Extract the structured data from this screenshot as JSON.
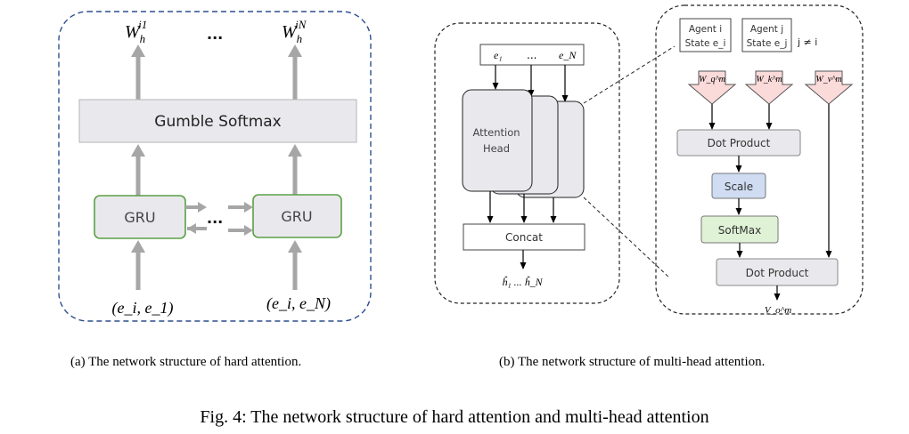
{
  "panel_a": {
    "outputs": {
      "left_base": "W",
      "left_sub": "h",
      "left_sup": "i1",
      "ellipsis": "...",
      "right_base": "W",
      "right_sub": "h",
      "right_sup": "iN"
    },
    "gumble_label": "Gumble Softmax",
    "gru_left_label": "GRU",
    "gru_right_label": "GRU",
    "gru_ellipsis": "...",
    "input_left": "(e_i, e_1)",
    "input_right": "(e_i, e_N)",
    "caption": "(a)  The network structure of hard attention."
  },
  "panel_b": {
    "inputs": {
      "e1": "e₁",
      "ellipsis": "...",
      "eN": "e_N"
    },
    "attention_head_line1": "Attention",
    "attention_head_line2": "Head",
    "concat_label": "Concat",
    "outputs_label": "ĥ₁ ... ĥ_N",
    "caption": "(b)  The network structure of multi-head attention."
  },
  "detail": {
    "agent_i_line1": "Agent i",
    "agent_i_line2": "State e_i",
    "agent_j_line1": "Agent j",
    "agent_j_line2": "State e_j",
    "neq_label": "j ≠ i",
    "wq": "W_q^m",
    "wk": "W_k^m",
    "wv": "W_v^m",
    "dot_product_1": "Dot Product",
    "scale": "Scale",
    "softmax": "SoftMax",
    "dot_product_2": "Dot Product",
    "vo": "V_o^m"
  },
  "figure_caption": "Fig. 4: The network structure of hard attention and multi-head attention",
  "colors": {
    "blue_dash": "#2e4f8e",
    "gray_arrow": "#a6a6a6",
    "box_gray": "#e9e9ed",
    "gru_border": "#5aa046",
    "scale_fill": "#cfdcf2",
    "softmax_fill": "#dff2d5",
    "weight_fill": "#fbdada"
  }
}
